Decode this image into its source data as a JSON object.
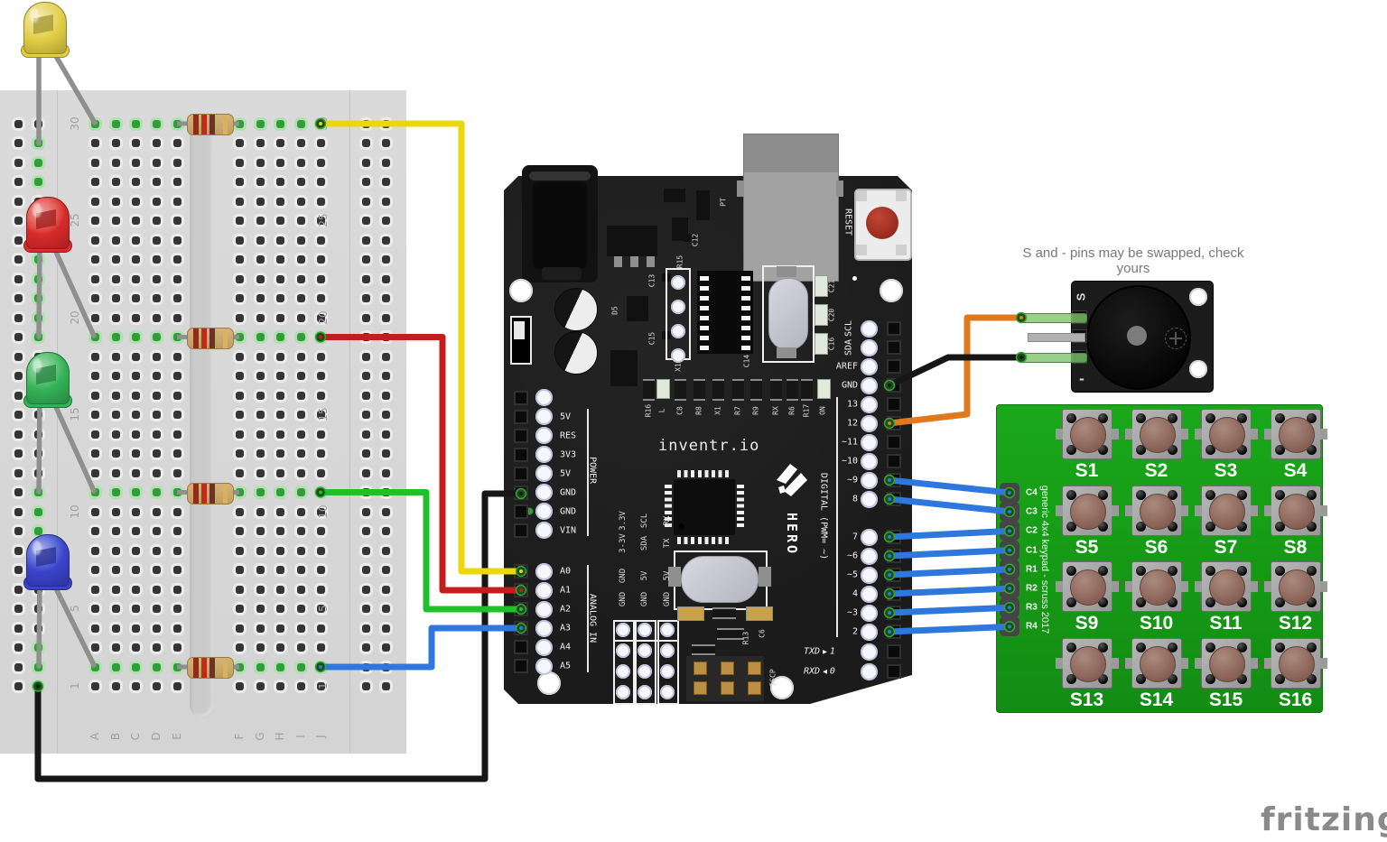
{
  "watermark": "fritzing",
  "colors": {
    "wire_yellow": "#ecd60c",
    "wire_red": "#c41d1d",
    "wire_green": "#1fc02a",
    "wire_blue": "#2d77dd",
    "wire_black": "#161616",
    "wire_orange": "#e0781e",
    "lead_gray": "#8f8f8f",
    "keypad_green": "#17a017",
    "board_black": "#1f1f1f",
    "breadboard_gray": "#d7d7d7"
  },
  "breadboard": {
    "row_numbers": [
      "30",
      "25",
      "20",
      "15",
      "10",
      "5",
      "1"
    ],
    "column_letters_left": [
      "A",
      "B",
      "C",
      "D",
      "E"
    ],
    "column_letters_right": [
      "F",
      "G",
      "H",
      "I",
      "J"
    ]
  },
  "arduino": {
    "brand": "inventr.io",
    "model": "HERO",
    "reset_label": "RESET",
    "power_label": "POWER",
    "analog_label": "ANALOG IN",
    "digital_label": "DIGITAL (PWM= ~)",
    "power_pins": [
      "",
      "5V",
      "RES",
      "3V3",
      "5V",
      "GND",
      "GND",
      "VIN"
    ],
    "analog_pins": [
      "A0",
      "A1",
      "A2",
      "A3",
      "A4",
      "A5"
    ],
    "digital_pins_top": [
      "SCL",
      "SDA",
      "AREF",
      "GND",
      "13",
      "12",
      "~11",
      "~10",
      "~9",
      "8"
    ],
    "digital_pins_bottom": [
      "7",
      "~6",
      "~5",
      "4",
      "~3",
      "2"
    ],
    "serial_pins": [
      {
        "label": "TXD",
        "arrow": "▶",
        "num": "1"
      },
      {
        "label": "RXD",
        "arrow": "◀",
        "num": "0"
      }
    ],
    "silk_top": [
      "PT",
      "C12",
      "R15",
      "C13",
      "D5",
      "C15",
      "X1",
      "C14",
      "C21",
      "C20",
      "C16"
    ],
    "silk_row": [
      "R16",
      "L",
      "C8",
      "R8",
      "X1",
      "R7",
      "R9",
      "RX",
      "R6",
      "R17",
      "ON"
    ],
    "silk_bottom": [
      "R13",
      "C6",
      "ISCP"
    ],
    "pin_grid": [
      "3.3V",
      "SCL",
      "RX",
      "3-3V",
      "SDA",
      "TX",
      "GND",
      "5V",
      "5V",
      "GND",
      "GND",
      "GND"
    ]
  },
  "buzzer": {
    "note": "S and - pins may be swapped,  check yours",
    "pin_s": "S",
    "pin_minus": "-"
  },
  "keypad": {
    "silk_vertical": "generic 4x4 keypad - scruss 2017",
    "pin_labels": [
      "C4",
      "C3",
      "C2",
      "C1",
      "R1",
      "R2",
      "R3",
      "R4"
    ],
    "buttons": [
      "S1",
      "S2",
      "S3",
      "S4",
      "S5",
      "S6",
      "S7",
      "S8",
      "S9",
      "S10",
      "S11",
      "S12",
      "S13",
      "S14",
      "S15",
      "S16"
    ]
  },
  "components": {
    "leds": [
      {
        "name": "yellow-led",
        "hex": "#e3cf45"
      },
      {
        "name": "red-led",
        "hex": "#d92b2b"
      },
      {
        "name": "green-led",
        "hex": "#33b357"
      },
      {
        "name": "blue-led",
        "hex": "#3b43cb"
      }
    ],
    "resistor_body": "#d5b479",
    "resistor_stripes": [
      "#942a18",
      "#c02a1a",
      "#6b3226",
      "#d8b25c"
    ]
  },
  "connections": [
    {
      "color": "yellow",
      "from": "breadboard row 30",
      "to": "A0"
    },
    {
      "color": "red",
      "from": "breadboard row 20",
      "to": "A1"
    },
    {
      "color": "green",
      "from": "breadboard row 11",
      "to": "A2"
    },
    {
      "color": "blue",
      "from": "breadboard row 2",
      "to": "A3"
    },
    {
      "color": "black",
      "from": "breadboard ground rail",
      "to": "GND"
    },
    {
      "color": "orange",
      "from": "12",
      "to": "buzzer S"
    },
    {
      "color": "black",
      "from": "GND",
      "to": "buzzer -"
    },
    {
      "color": "blue",
      "from": "~9",
      "to": "C4"
    },
    {
      "color": "blue",
      "from": "8",
      "to": "C3"
    },
    {
      "color": "blue",
      "from": "7",
      "to": "C2"
    },
    {
      "color": "blue",
      "from": "~6",
      "to": "C1"
    },
    {
      "color": "blue",
      "from": "~5",
      "to": "R1"
    },
    {
      "color": "blue",
      "from": "4",
      "to": "R2"
    },
    {
      "color": "blue",
      "from": "~3",
      "to": "R3"
    },
    {
      "color": "blue",
      "from": "2",
      "to": "R4"
    }
  ]
}
